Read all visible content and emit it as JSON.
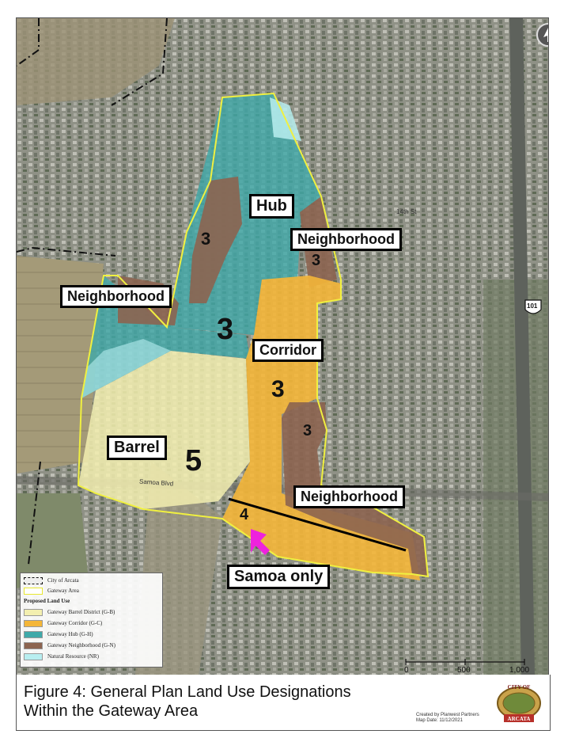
{
  "map": {
    "zones": {
      "hub": "Hub",
      "neighborhood_upper_right": "Neighborhood",
      "neighborhood_left": "Neighborhood",
      "corridor": "Corridor",
      "barrel": "Barrel",
      "neighborhood_lower_right": "Neighborhood",
      "samoa": "Samoa only"
    },
    "density": {
      "hub_left": "3",
      "neighborhood_upper": "3",
      "hub_center": "3",
      "corridor": "3",
      "neighborhood_right": "3",
      "barrel": "5",
      "samoa_corridor": "4"
    },
    "road_label": "Samoa Blvd",
    "street_label": "14th St",
    "highway_shield": "101",
    "north_arrow": "north-arrow-icon"
  },
  "legend": {
    "city_boundary": "City of Arcata",
    "gateway_area": "Gateway Area",
    "section_title": "Proposed Land Use",
    "items": [
      {
        "label": "Gateway Barrel District (G-B)",
        "color": "#f3efb0"
      },
      {
        "label": "Gateway Corridor (G-C)",
        "color": "#f4b638"
      },
      {
        "label": "Gateway Hub (G-H)",
        "color": "#3fa9a9"
      },
      {
        "label": "Gateway Neighborhood (G-N)",
        "color": "#8c6450"
      },
      {
        "label": "Natural Resource (NR)",
        "color": "#b8eef0"
      }
    ]
  },
  "scale": {
    "labels": [
      "0",
      "500",
      "1,000 Feet"
    ]
  },
  "caption": {
    "title_line1": "Figure 4: General Plan Land Use Designations",
    "title_line2": "Within the Gateway Area",
    "credit_line1": "Created by Planwest Partners",
    "credit_line2": "Map Date: 11/12/2021",
    "logo_top": "CITY OF",
    "logo_bottom": "ARCATA"
  }
}
